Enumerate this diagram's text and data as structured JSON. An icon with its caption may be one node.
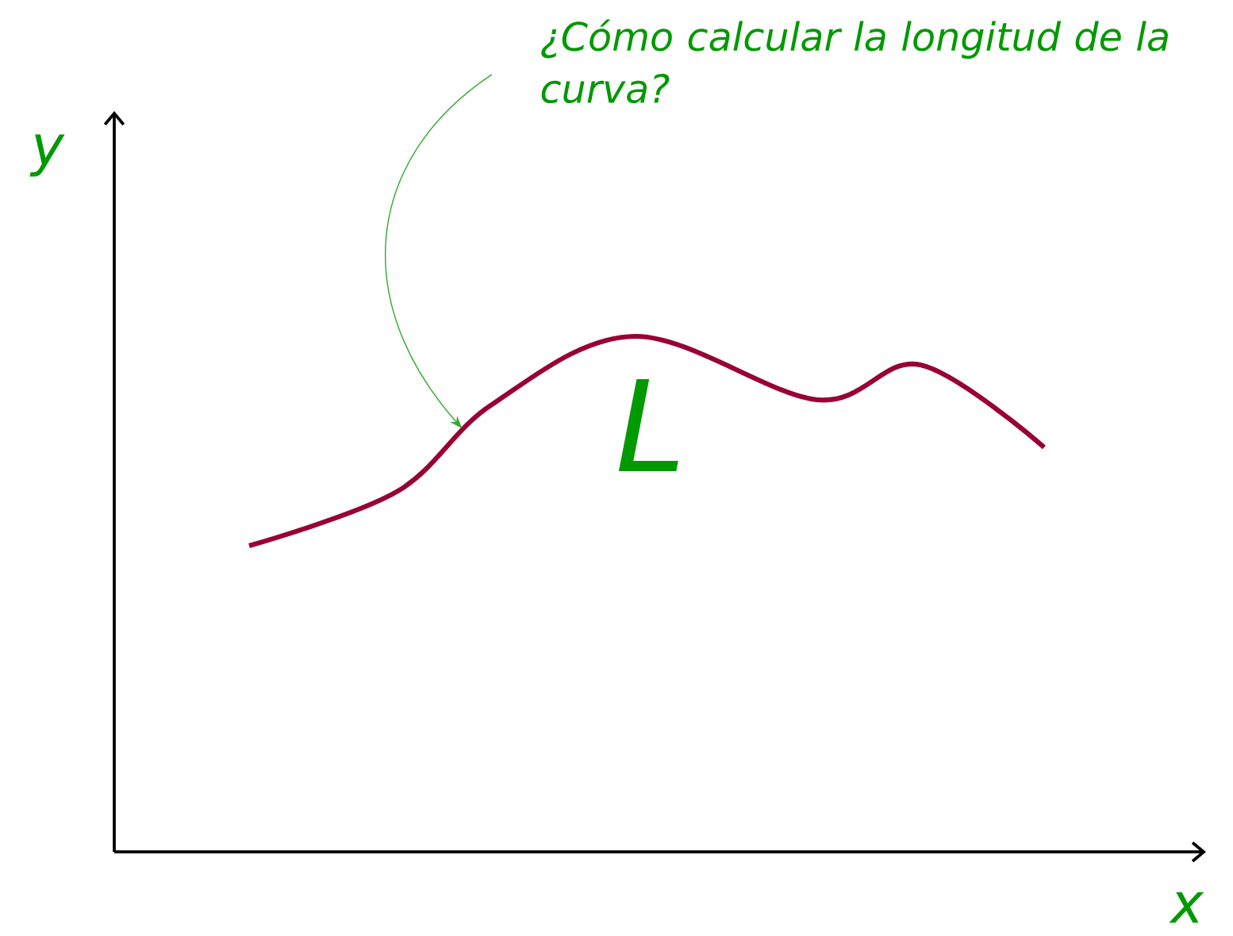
{
  "diagram": {
    "nodes": [
      {
        "text": [
          "¿Cómo calcular la longitud de la curva?"
        ]
      },
      {
        "text": [],
        "shape": "curve"
      }
    ],
    "edges": [
      {
        "from": 0,
        "to": 1,
        "arrow": "to"
      }
    ],
    "labels": [
      "y",
      "L",
      "x"
    ]
  }
}
